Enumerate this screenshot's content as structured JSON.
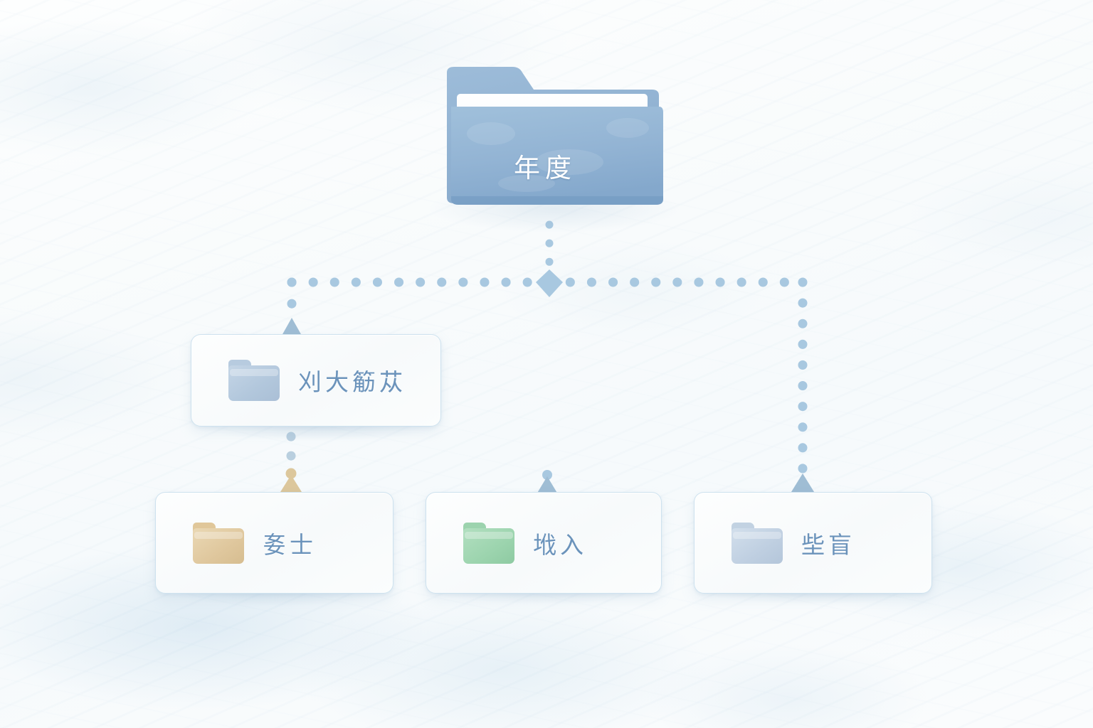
{
  "diagram": {
    "title": "folder-hierarchy-tree",
    "background_style": "watercolor-pale-blue",
    "colors": {
      "root_folder_fill": "#8fb3d4",
      "root_folder_fill_dark": "#7fa6cc",
      "root_label_color": "#ffffff",
      "card_background": "#fbfdfd",
      "card_border": "#cbe0ee",
      "label_color": "#6b93bb",
      "connector_dot": "#a8c8e0",
      "arrow_blue": "#9fbdd4",
      "arrow_tan": "#dcc79c",
      "junction_diamond": "#a8c8e0",
      "folder_blue": "#b7cbdf",
      "folder_tan": "#e3cb9f",
      "folder_green": "#9ed6b0",
      "folder_grayblue": "#c2d2e2"
    }
  },
  "root": {
    "id": "root",
    "label": "年度",
    "icon": "open-folder-icon",
    "icon_color": "#8fb3d4"
  },
  "junction": {
    "shape": "diamond",
    "color": "#a8c8e0"
  },
  "nodes": [
    {
      "id": "node-1",
      "label": "刈大䈥苁",
      "icon": "folder-icon",
      "icon_color": "#b7cbdf",
      "level": 1,
      "parent": "root",
      "arrow_color": "#9fbdd4"
    },
    {
      "id": "node-2",
      "label": "㚣士",
      "icon": "folder-icon",
      "icon_color": "#e3cb9f",
      "level": 2,
      "parent": "node-1",
      "arrow_color": "#dcc79c"
    },
    {
      "id": "node-3",
      "label": "㘺入",
      "icon": "folder-icon",
      "icon_color": "#9ed6b0",
      "level": 2,
      "parent": "junction",
      "arrow_color": "#9fbdd4"
    },
    {
      "id": "node-4",
      "label": "㘹盲",
      "icon": "folder-icon",
      "icon_color": "#c2d2e2",
      "level": 2,
      "parent": "junction",
      "arrow_color": "#9fbdd4"
    }
  ]
}
